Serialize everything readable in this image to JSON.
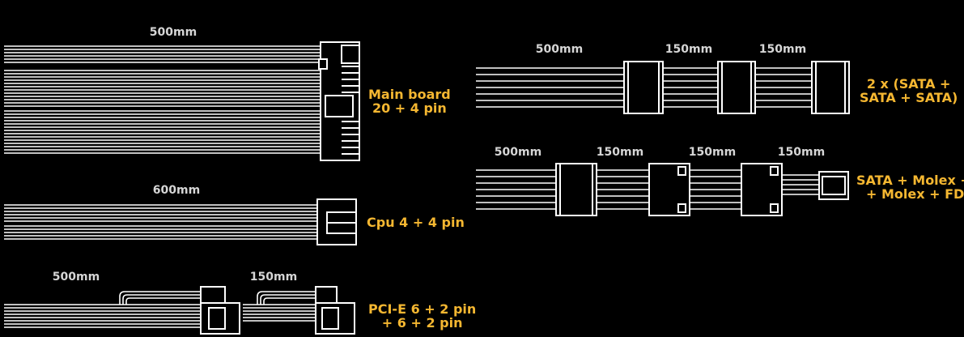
{
  "cables": {
    "main_board": {
      "length": "500mm",
      "label_line1": "Main board",
      "label_line2": "20 + 4 pin"
    },
    "cpu": {
      "length": "600mm",
      "label": "Cpu 4 + 4 pin"
    },
    "pcie": {
      "length_1": "500mm",
      "length_2": "150mm",
      "label_line1": "PCI-E 6 + 2 pin",
      "label_line2": "+ 6 + 2 pin"
    },
    "sata": {
      "length_1": "500mm",
      "length_2": "150mm",
      "length_3": "150mm",
      "label_line1": "2 x (SATA +",
      "label_line2": "SATA + SATA)"
    },
    "molex": {
      "length_1": "500mm",
      "length_2": "150mm",
      "length_3": "150mm",
      "length_4": "150mm",
      "label_line1": "SATA + Molex +",
      "label_line2": "+ Molex + FDD"
    }
  },
  "colors": {
    "background": "#000000",
    "wire": "#ffffff",
    "length_text": "#d6d6d6",
    "connector_label": "#f5b731"
  }
}
